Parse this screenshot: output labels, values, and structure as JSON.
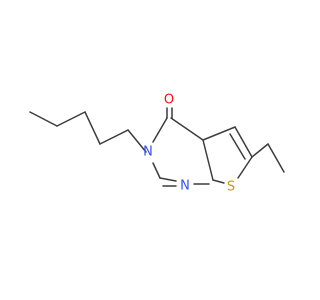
{
  "colors": {
    "background": "#ffffff",
    "bond": "#3c3c3c",
    "oxygen": "#ff0d0d",
    "nitrogen": "#3050f8",
    "sulfur": "#c8a000"
  },
  "atoms": {
    "oxygen": {
      "label": "O"
    },
    "nitrogen_amide": {
      "label": "N"
    },
    "nitrogen_ring": {
      "label": "N"
    },
    "sulfur": {
      "label": "S"
    }
  }
}
